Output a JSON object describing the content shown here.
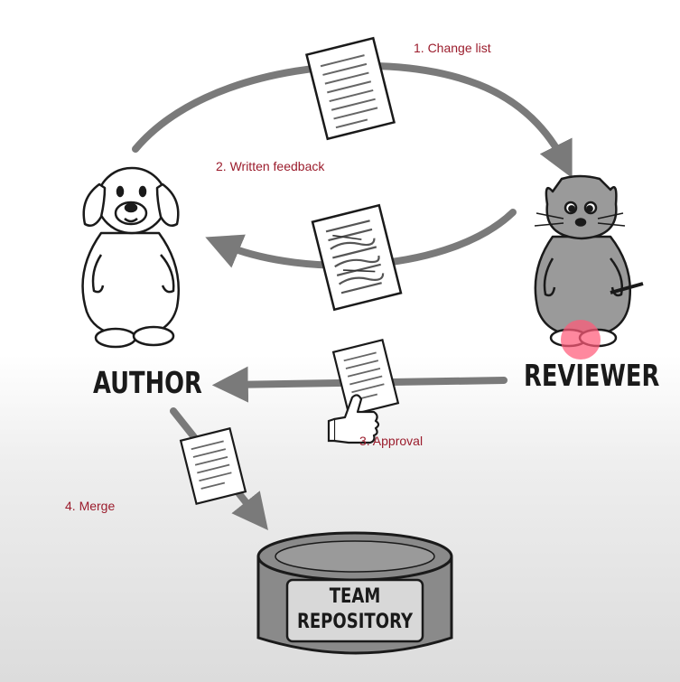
{
  "steps": {
    "change_list": "1. Change list",
    "written_feedback": "2. Written feedback",
    "approval": "3. Approval",
    "merge": "4. Merge"
  },
  "roles": {
    "author": "AUTHOR",
    "reviewer": "REVIEWER"
  },
  "repository": {
    "line1": "TEAM",
    "line2": "REPOSITORY"
  },
  "colors": {
    "step_text": "#9b1c2c",
    "arrow": "#7a7a7a",
    "ink": "#1a1a1a",
    "repository_fill": "#8a8a8a",
    "cursor_highlight": "#ff5a78"
  }
}
